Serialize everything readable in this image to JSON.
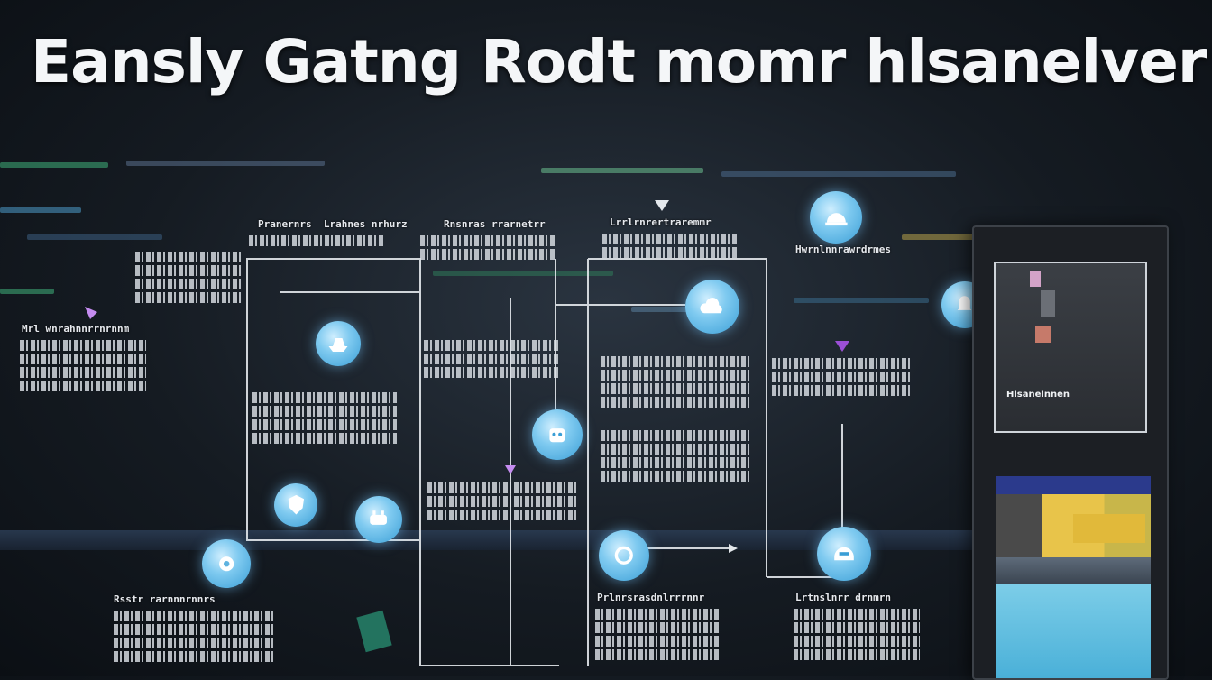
{
  "header": {
    "title": "Eansly Gatng Rodt momr hlsanelver"
  },
  "device": {
    "screen_title": "Hlsanelnnen"
  },
  "labels": {
    "top_left": "Pranernrs  Lrahnes nrhurz",
    "top_center": "Rnsnras rrarnetrr",
    "top_right": "Lrrlrnrertraremmr",
    "left_block": "Mrl wnrahnnrrnrnnm",
    "right_top": "Hwrnlnnrawrdrmes",
    "bottom_left": "Rsstr rarnnnrnnrs",
    "bottom_center": "Prlnrsrasdnlrrrnnr",
    "bottom_right": "Lrtnslnrr drnmrn"
  },
  "colors": {
    "node_fill": "#7fcaf0",
    "accent_purple": "#9b4fd6",
    "line": "#e4e8ec"
  },
  "icons": [
    "ship-icon",
    "shield-icon",
    "plug-icon",
    "gear-icon",
    "robot-icon",
    "cloud-icon",
    "dome-icon",
    "bell-icon",
    "parachute-icon",
    "helmet-icon"
  ]
}
